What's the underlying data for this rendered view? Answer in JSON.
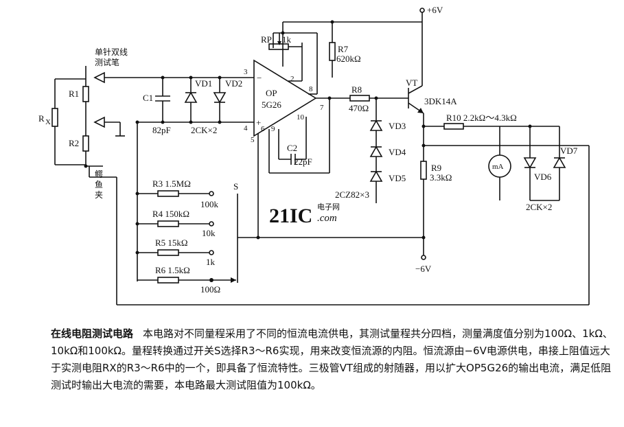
{
  "diagram": {
    "power_pos": "+6V",
    "power_neg": "−6V",
    "probe_label": "单针双线\n测试笔",
    "clip_label": "鳄\n鱼\n夹",
    "rx": "R",
    "rx_sub": "X",
    "r1": "R1",
    "r2": "R2",
    "c1": "C1",
    "c1_value": "82pF",
    "vd1": "VD1",
    "vd2": "VD2",
    "diode_pair_value": "2CK×2",
    "opamp_name": "OP",
    "opamp_model": "5G26",
    "pin2": "2",
    "pin3": "3",
    "pin4": "4",
    "pin5": "5",
    "pin6": "6",
    "pin7": "7",
    "pin8": "8",
    "pin9": "9",
    "pin10": "10",
    "pin_minus": "−",
    "pin_plus": "+",
    "rp": "RP",
    "rp_value": "1k",
    "c2": "C2",
    "c2_value": "22pF",
    "r7": "R7",
    "r7_value": "620kΩ",
    "r8": "R8",
    "r8_value": "470Ω",
    "vt": "VT",
    "vt_model": "3DK14A",
    "vd3": "VD3",
    "vd4": "VD4",
    "vd5": "VD5",
    "zener_value": "2CZ82×3",
    "r9": "R9",
    "r9_value": "3.3kΩ",
    "r10_label": "R10 2.2kΩ～4.3kΩ",
    "meter": "mA",
    "vd6": "VD6",
    "vd7": "VD7",
    "diode_pair_value_2": "2CK×2",
    "switch": "S",
    "ranges": [
      {
        "label": "R3 1.5MΩ",
        "tap": "100k"
      },
      {
        "label": "R4 150kΩ",
        "tap": "10k"
      },
      {
        "label": "R5 15kΩ",
        "tap": "1k"
      },
      {
        "label": "R6 1.5kΩ",
        "tap": "100Ω"
      }
    ],
    "watermark_main": "21IC",
    "watermark_top": "电子网",
    "watermark_com": ".com"
  },
  "description": {
    "title": "在线电阻测试电路",
    "body": "本电路对不同量程采用了不同的恒流电流供电，其测试量程共分四档，测量满度值分别为100Ω、1kΩ、10kΩ和100kΩ。量程转换通过开关S选择R3～R6实现，用来改变恒流源的内阻。恒流源由−6V电源供电，串接上阻值远大于实测电阻RX的R3～R6中的一个，即具备了恒流特性。三极管VT组成的射随器，用以扩大OP5G26的输出电流，满足低阻测试时输出大电流的需要，本电路最大测试阻值为100kΩ。"
  }
}
